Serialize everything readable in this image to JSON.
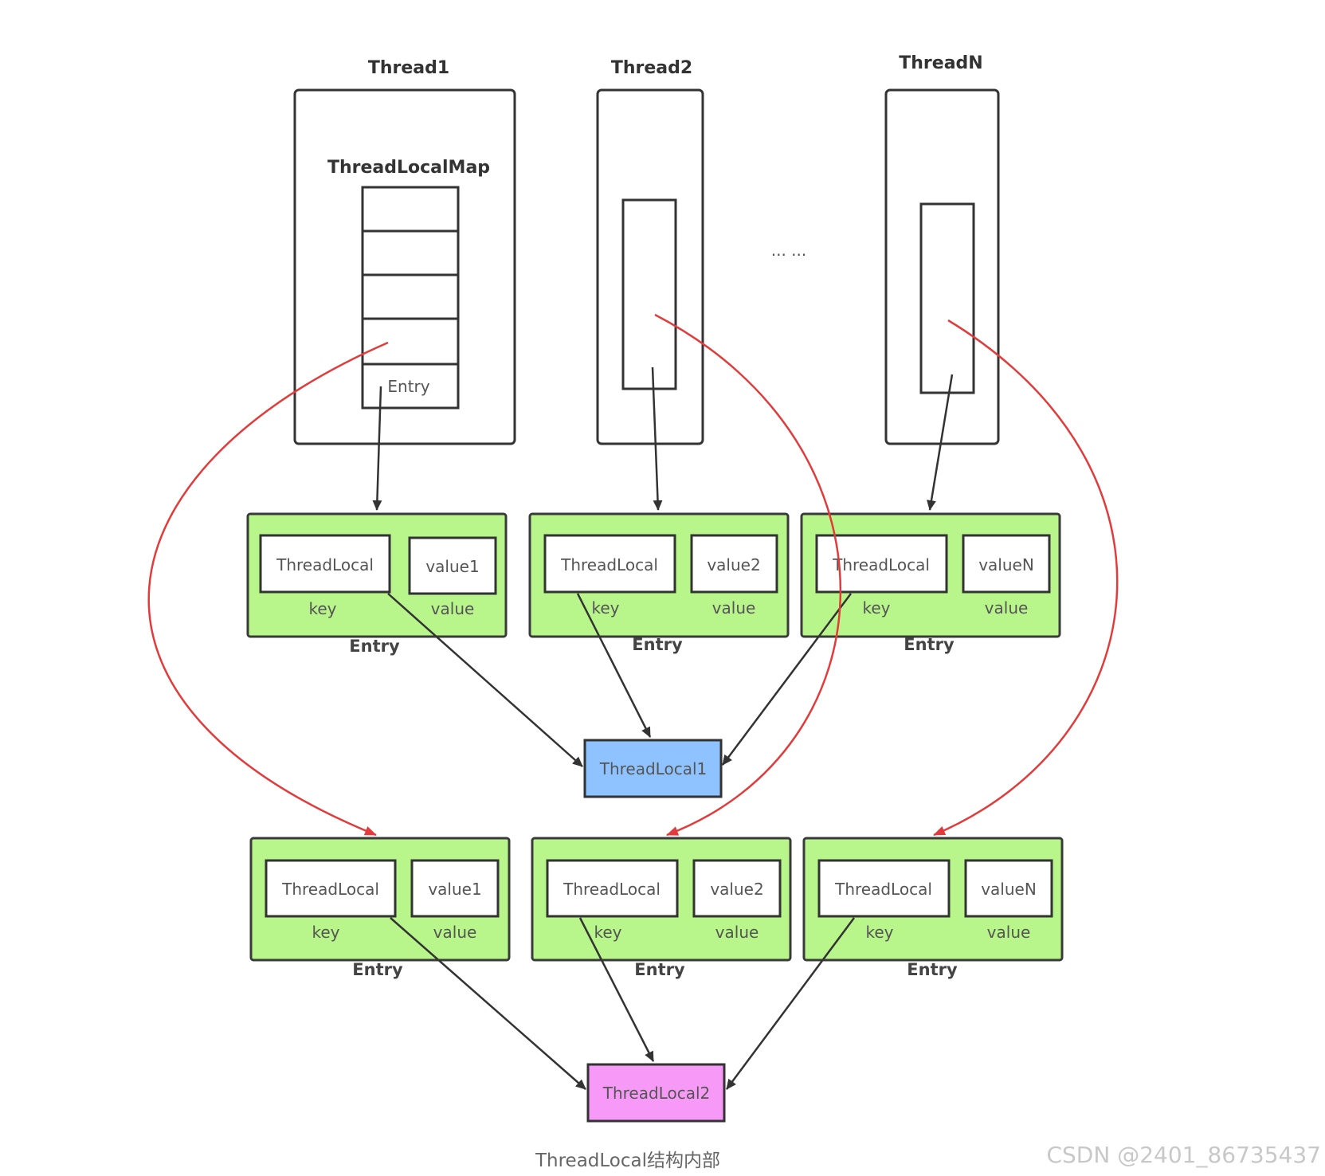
{
  "colors": {
    "entry_fill": "#b8f58a",
    "threadlocal1_fill": "#8ec3ff",
    "threadlocal2_fill": "#f79af7",
    "reference_arrow": "#333333",
    "second_map_arrow": "#e33b3b"
  },
  "threads": [
    {
      "title": "Thread1",
      "map_label": "ThreadLocalMap",
      "entry_cell_label": "Entry"
    },
    {
      "title": "Thread2"
    },
    {
      "title": "ThreadN"
    }
  ],
  "ellipsis": "··· ···",
  "entry_rows": [
    {
      "entries": [
        {
          "key_box": "ThreadLocal",
          "value_box": "value1",
          "key_label": "key",
          "value_label": "value",
          "caption": "Entry"
        },
        {
          "key_box": "ThreadLocal",
          "value_box": "value2",
          "key_label": "key",
          "value_label": "value",
          "caption": "Entry"
        },
        {
          "key_box": "ThreadLocal",
          "value_box": "valueN",
          "key_label": "key",
          "value_label": "value",
          "caption": "Entry"
        }
      ]
    },
    {
      "entries": [
        {
          "key_box": "ThreadLocal",
          "value_box": "value1",
          "key_label": "key",
          "value_label": "value",
          "caption": "Entry"
        },
        {
          "key_box": "ThreadLocal",
          "value_box": "value2",
          "key_label": "key",
          "value_label": "value",
          "caption": "Entry"
        },
        {
          "key_box": "ThreadLocal",
          "value_box": "valueN",
          "key_label": "key",
          "value_label": "value",
          "caption": "Entry"
        }
      ]
    }
  ],
  "threadlocal_nodes": {
    "tl1": "ThreadLocal1",
    "tl2": "ThreadLocal2"
  },
  "caption": "ThreadLocal结构内部",
  "watermark": "CSDN @2401_86735437"
}
